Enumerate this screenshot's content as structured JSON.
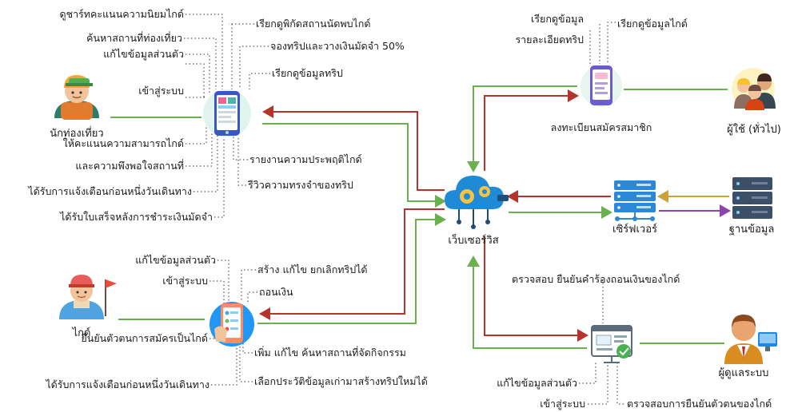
{
  "nodes": {
    "tourist": "นักท่องเที่ยว",
    "guide": "ไกด์",
    "webservice": "เว็บเซอร์วิส",
    "server": "เซิร์ฟเวอร์",
    "database": "ฐานข้อมูล",
    "general_user": "ผู้ใช้ (ทั่วไป)",
    "admin": "ผู้ดูแลระบบ"
  },
  "tourist_app": {
    "left": [
      "ดูชาร์ทคะแนนความนิยมไกด์",
      "ค้นหาสถานที่ท่องเที่ยว",
      "แก้ไขข้อมูลส่วนตัว",
      "เข้าสู่ระบบ",
      "ให้คะแนนความสามารถไกด์",
      "และความพึงพอใจสถานที่",
      "ได้รับการแจ้งเตือนก่อนหนึ่งวันเดินทาง",
      "ได้รับใบเสร็จหลังการชำระเงินมัดจำ"
    ],
    "right": [
      "เรียกดูพิกัดสถานนัดพบไกด์",
      "จองทริปและวางเงินมัดจำ 50%",
      "เรียกดูข้อมูลทริป",
      "รายงานความประพฤติไกด์",
      "รีวิวความทรงจำของทริป"
    ]
  },
  "guide_app": {
    "left": [
      "แก้ไขข้อมูลส่วนตัว",
      "เข้าสู่ระบบ",
      "ยืนยันตัวตนการสมัครเป็นไกด์",
      "ได้รับการแจ้งเตือนก่อนหนึ่งวันเดินทาง"
    ],
    "right": [
      "สร้าง แก้ไข ยกเลิกทริปได้",
      "ถอนเงิน",
      "เพิ่ม แก้ไข ค้นหาสถานที่จัดกิจกรรม",
      "เลือกประวัติข้อมูลเก่ามาสร้างทริปใหม่ได้"
    ]
  },
  "public_app": {
    "top_left_1": "เรียกดูข้อมูล",
    "top_left_2": "รายละเอียดทริป",
    "top_right": "เรียกดูข้อมูลไกด์",
    "bottom": "ลงทะเบียนสมัครสมาชิก"
  },
  "admin_app": {
    "top": "ตรวจสอบ ยืนยันคำร้องถอนเงินของไกด์",
    "left_1": "แก้ไขข้อมูลส่วนตัว",
    "left_2": "เข้าสู่ระบบ",
    "right": "ตรวจสอบการยืนยันตัวตนของไกด์"
  },
  "colors": {
    "green": "#6ab04c",
    "red": "#b5342c",
    "gold": "#c9a23c",
    "purple": "#8e44ad",
    "blue": "#1f8ad6"
  }
}
